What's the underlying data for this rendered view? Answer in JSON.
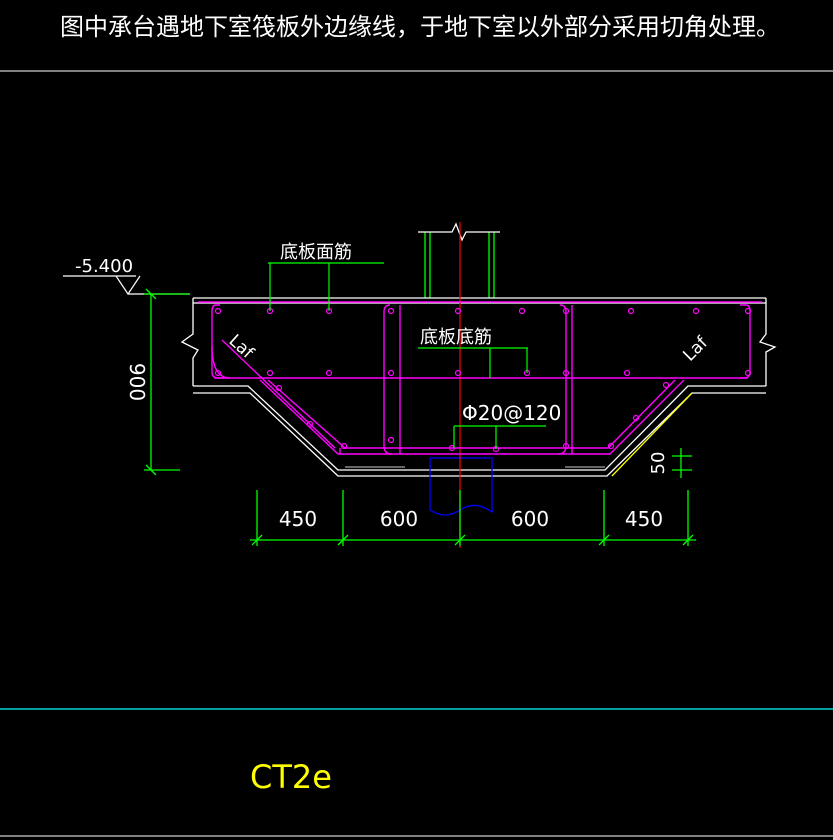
{
  "note": "图中承台遇地下室筏板外边缘线，于地下室以外部分采用切角处理。",
  "labels": {
    "elevation": "-5.400",
    "top_bar": "底板面筋",
    "bottom_bar": "底板底筋",
    "rebar_spec": "Φ20@120",
    "laf_left": "Laf",
    "laf_right": "Laf",
    "dim_height": "900",
    "dim_cover": "50",
    "dims": [
      "450",
      "600",
      "600",
      "450"
    ],
    "drawing_id": "CT2e"
  },
  "colors": {
    "background": "#000000",
    "rebar": "#ff00ff",
    "concrete": "#ffffff",
    "dimension": "#00ff00",
    "leader": "#00ff00",
    "centerline": "#ff0000",
    "pile": "#0000ff",
    "chamfer": "#ffff00",
    "divider": "#00ffff",
    "drawing_id": "#ffff00"
  }
}
